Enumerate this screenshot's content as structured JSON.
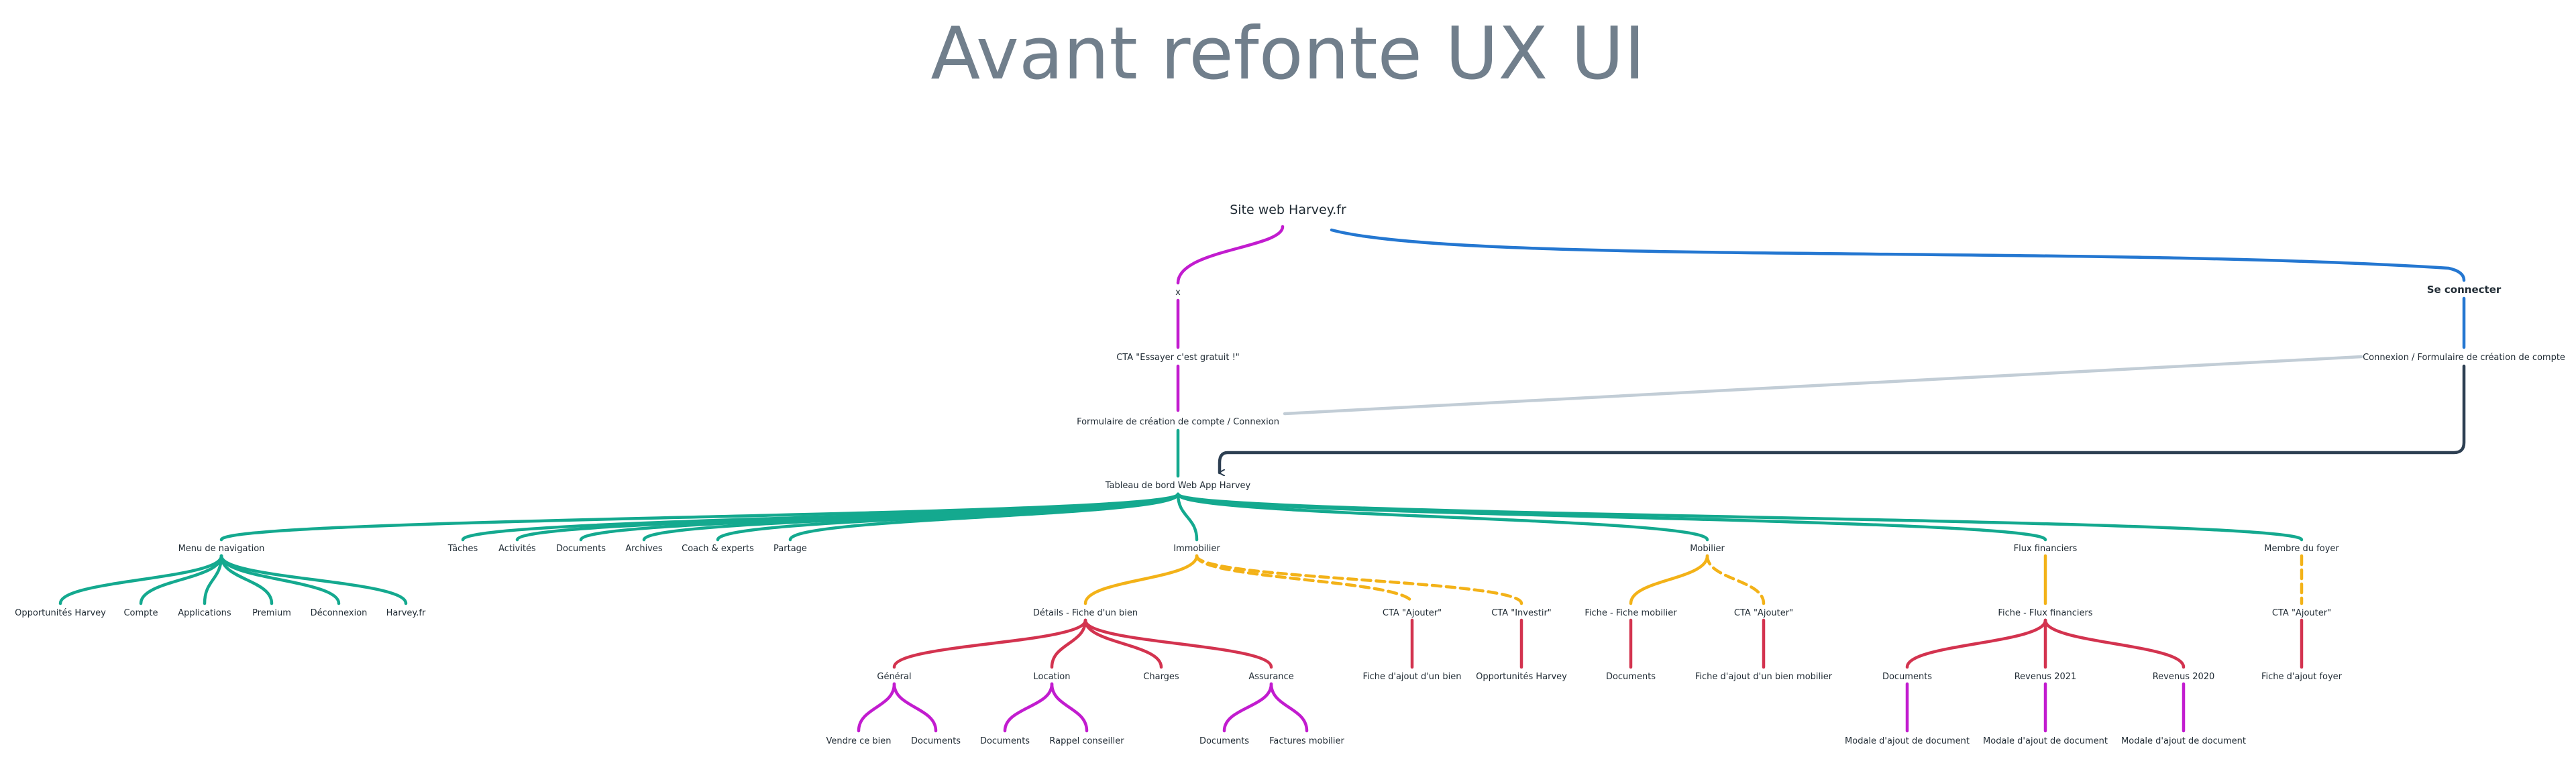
{
  "title": "Avant refonte UX UI",
  "colors": {
    "purple": "#c21ccf",
    "teal": "#14a98f",
    "yellow": "#f3b218",
    "red": "#d3334f",
    "blue": "#2477d1",
    "grey": "#c2cdd6",
    "dark": "#2d3f52"
  },
  "nodes": {
    "site": "Site web Harvey.fr",
    "x": "x",
    "cta_essayer": "CTA \"Essayer c'est gratuit !\"",
    "formulaire": "Formulaire de création de compte / Connexion",
    "tableau": "Tableau de bord Web App Harvey",
    "se_connecter": "Se connecter",
    "connexion": "Connexion / Formulaire de création de compte",
    "menu": "Menu de navigation",
    "taches": "Tâches",
    "activites": "Activités",
    "documents": "Documents",
    "archives": "Archives",
    "coach": "Coach & experts",
    "partage": "Partage",
    "immobilier": "Immobilier",
    "mobilier": "Mobilier",
    "flux": "Flux financiers",
    "membre": "Membre du foyer",
    "opportunites": "Opportunités Harvey",
    "compte": "Compte",
    "applications": "Applications",
    "premium": "Premium",
    "deconnexion": "Déconnexion",
    "harveyfr": "Harvey.fr",
    "details": "Détails - Fiche d'un bien",
    "cta_ajouter_immo": "CTA \"Ajouter\"",
    "cta_investir": "CTA \"Investir\"",
    "fiche_mobilier": "Fiche - Fiche mobilier",
    "cta_ajouter_mob": "CTA \"Ajouter\"",
    "fiche_flux": "Fiche - Flux financiers",
    "cta_ajouter_membre": "CTA \"Ajouter\"",
    "general": "Général",
    "location": "Location",
    "charges": "Charges",
    "assurance": "Assurance",
    "fiche_ajout_bien": "Fiche d'ajout d'un bien",
    "opportunites2": "Opportunités Harvey",
    "documents_mob": "Documents",
    "fiche_ajout_mob": "Fiche d'ajout d'un bien mobilier",
    "documents_flux": "Documents",
    "revenus2021": "Revenus 2021",
    "revenus2020": "Revenus 2020",
    "fiche_ajout_foyer": "Fiche d'ajout foyer",
    "vendre": "Vendre ce bien",
    "documents_gen": "Documents",
    "documents_loc": "Documents",
    "rappel": "Rappel conseiller",
    "documents_ass": "Documents",
    "factures": "Factures mobilier",
    "modale1": "Modale d'ajout de document",
    "modale2": "Modale d'ajout de document",
    "modale3": "Modale d'ajout de document"
  }
}
